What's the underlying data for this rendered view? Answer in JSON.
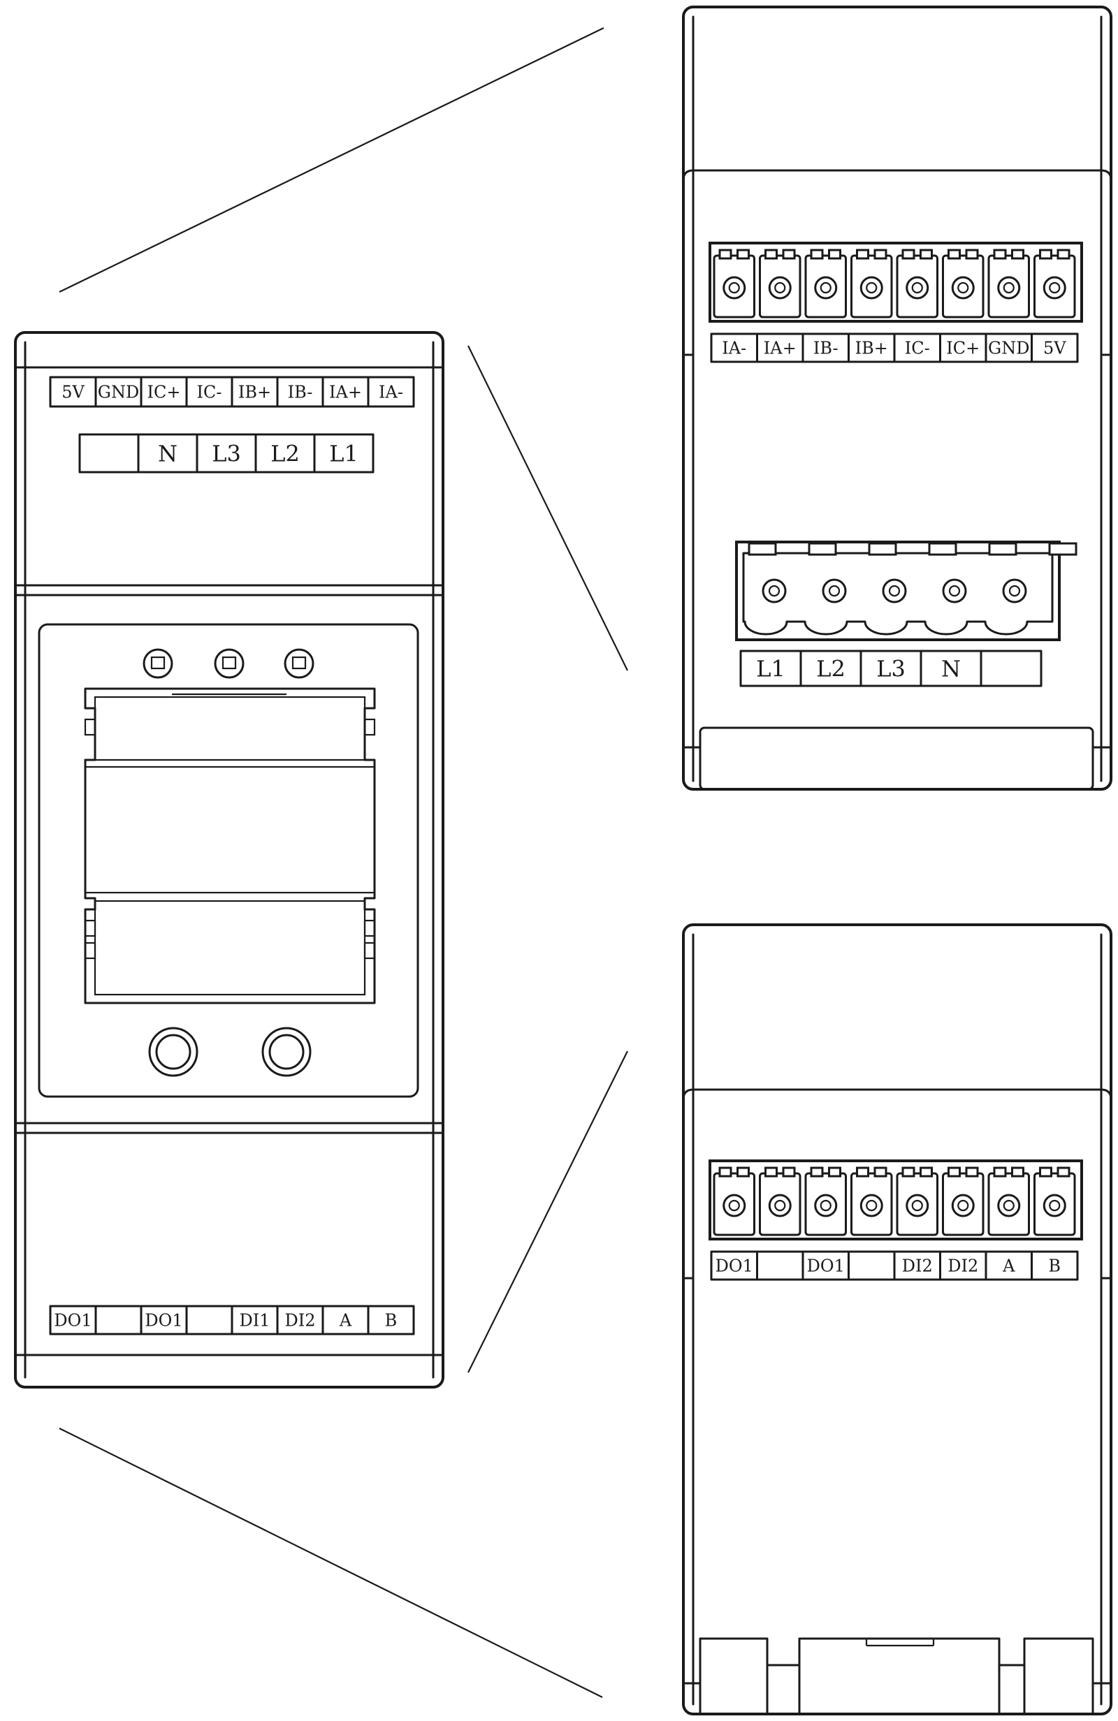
{
  "front_view": {
    "top_terminal_labels": [
      "5V",
      "GND",
      "IC+",
      "IC-",
      "IB+",
      "IB-",
      "IA+",
      "IA-"
    ],
    "voltage_terminal_labels": [
      "",
      "N",
      "L3",
      "L2",
      "L1"
    ],
    "bottom_terminal_labels": [
      "DO1",
      "",
      "DO1",
      "",
      "DI1",
      "DI2",
      "A",
      "B"
    ]
  },
  "top_detail": {
    "terminal_labels": [
      "IA-",
      "IA+",
      "IB-",
      "IB+",
      "IC-",
      "IC+",
      "GND",
      "5V"
    ],
    "voltage_labels": [
      "L1",
      "L2",
      "L3",
      "N",
      ""
    ]
  },
  "bottom_detail": {
    "terminal_labels": [
      "DO1",
      "",
      "DO1",
      "",
      "DI2",
      "DI2",
      "A",
      "B"
    ]
  }
}
